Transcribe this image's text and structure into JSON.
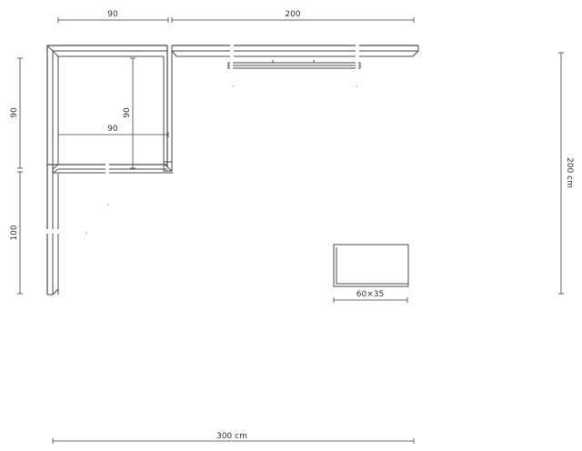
{
  "dimensions": {
    "top_left_width": "90",
    "top_right_width": "200",
    "left_upper_height": "90",
    "left_lower_height": "100",
    "inner_vertical": "90",
    "inner_horizontal": "90",
    "right_height": "200 cm",
    "box_size": "60×35",
    "bottom_width": "300 cm"
  }
}
